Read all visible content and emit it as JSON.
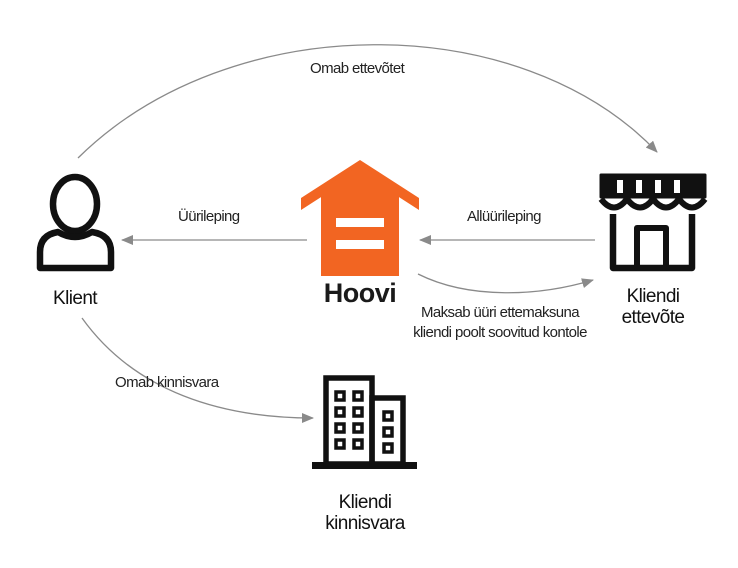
{
  "nodes": {
    "client": {
      "label": "Klient"
    },
    "hoovi": {
      "label": "Hoovi"
    },
    "client_business": {
      "label_line1": "Kliendi",
      "label_line2": "ettevõte"
    },
    "client_property": {
      "label_line1": "Kliendi",
      "label_line2": "kinnisvara"
    }
  },
  "edges": {
    "owns_business": "Omab ettevõtet",
    "lease_to_client": "Üürileping",
    "sublease_from_business": "Allüürileping",
    "prepayment_line1": "Maksab üüri ettemaksuna",
    "prepayment_line2": "kliendi poolt soovitud kontole",
    "owns_property": "Omab kinnisvara"
  },
  "colors": {
    "brand_orange": "#f26522",
    "icon_dark": "#111111",
    "arrow_gray": "#8a8a8a"
  }
}
